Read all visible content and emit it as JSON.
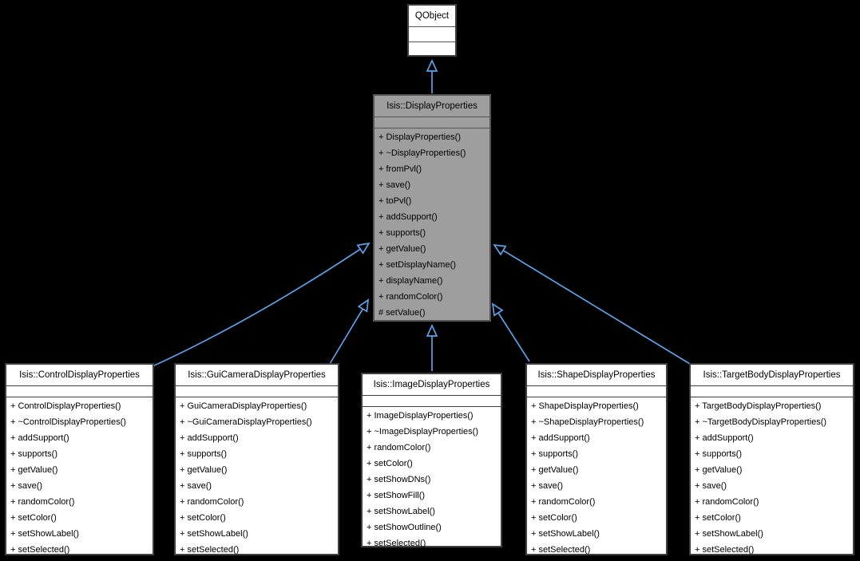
{
  "diagram": {
    "type": "uml-class-inheritance",
    "background_color": "#000000",
    "arrow_color": "#59a2e8",
    "parent_fill_color": "#9e9e9e",
    "base_class": {
      "title": "QObject",
      "methods": []
    },
    "parent_class": {
      "title": "Isis::DisplayProperties",
      "methods": [
        "+ DisplayProperties()",
        "+ ~DisplayProperties()",
        "+ fromPvl()",
        "+ save()",
        "+ toPvl()",
        "+ addSupport()",
        "+ supports()",
        "+ getValue()",
        "+ setDisplayName()",
        "+ displayName()",
        "+ randomColor()",
        "# setValue()"
      ]
    },
    "subclasses": [
      {
        "title": "Isis::ControlDisplayProperties",
        "methods": [
          "+ ControlDisplayProperties()",
          "+ ~ControlDisplayProperties()",
          "+ addSupport()",
          "+ supports()",
          "+ getValue()",
          "+ save()",
          "+ randomColor()",
          "+ setColor()",
          "+ setShowLabel()",
          "+ setSelected()"
        ]
      },
      {
        "title": "Isis::GuiCameraDisplayProperties",
        "methods": [
          "+ GuiCameraDisplayProperties()",
          "+ ~GuiCameraDisplayProperties()",
          "+ addSupport()",
          "+ supports()",
          "+ getValue()",
          "+ save()",
          "+ randomColor()",
          "+ setColor()",
          "+ setShowLabel()",
          "+ setSelected()"
        ]
      },
      {
        "title": "Isis::ImageDisplayProperties",
        "methods": [
          "+ ImageDisplayProperties()",
          "+ ~ImageDisplayProperties()",
          "+ randomColor()",
          "+ setColor()",
          "+ setShowDNs()",
          "+ setShowFill()",
          "+ setShowLabel()",
          "+ setShowOutline()",
          "+ setSelected()"
        ]
      },
      {
        "title": "Isis::ShapeDisplayProperties",
        "methods": [
          "+ ShapeDisplayProperties()",
          "+ ~ShapeDisplayProperties()",
          "+ addSupport()",
          "+ supports()",
          "+ getValue()",
          "+ save()",
          "+ randomColor()",
          "+ setColor()",
          "+ setShowLabel()",
          "+ setSelected()"
        ]
      },
      {
        "title": "Isis::TargetBodyDisplayProperties",
        "methods": [
          "+ TargetBodyDisplayProperties()",
          "+ ~TargetBodyDisplayProperties()",
          "+ addSupport()",
          "+ supports()",
          "+ getValue()",
          "+ save()",
          "+ randomColor()",
          "+ setColor()",
          "+ setShowLabel()",
          "+ setSelected()"
        ]
      }
    ],
    "relations": [
      {
        "from": "Isis::DisplayProperties",
        "to": "QObject",
        "type": "inheritance"
      },
      {
        "from": "Isis::ControlDisplayProperties",
        "to": "Isis::DisplayProperties",
        "type": "inheritance"
      },
      {
        "from": "Isis::GuiCameraDisplayProperties",
        "to": "Isis::DisplayProperties",
        "type": "inheritance"
      },
      {
        "from": "Isis::ImageDisplayProperties",
        "to": "Isis::DisplayProperties",
        "type": "inheritance"
      },
      {
        "from": "Isis::ShapeDisplayProperties",
        "to": "Isis::DisplayProperties",
        "type": "inheritance"
      },
      {
        "from": "Isis::TargetBodyDisplayProperties",
        "to": "Isis::DisplayProperties",
        "type": "inheritance"
      }
    ]
  }
}
